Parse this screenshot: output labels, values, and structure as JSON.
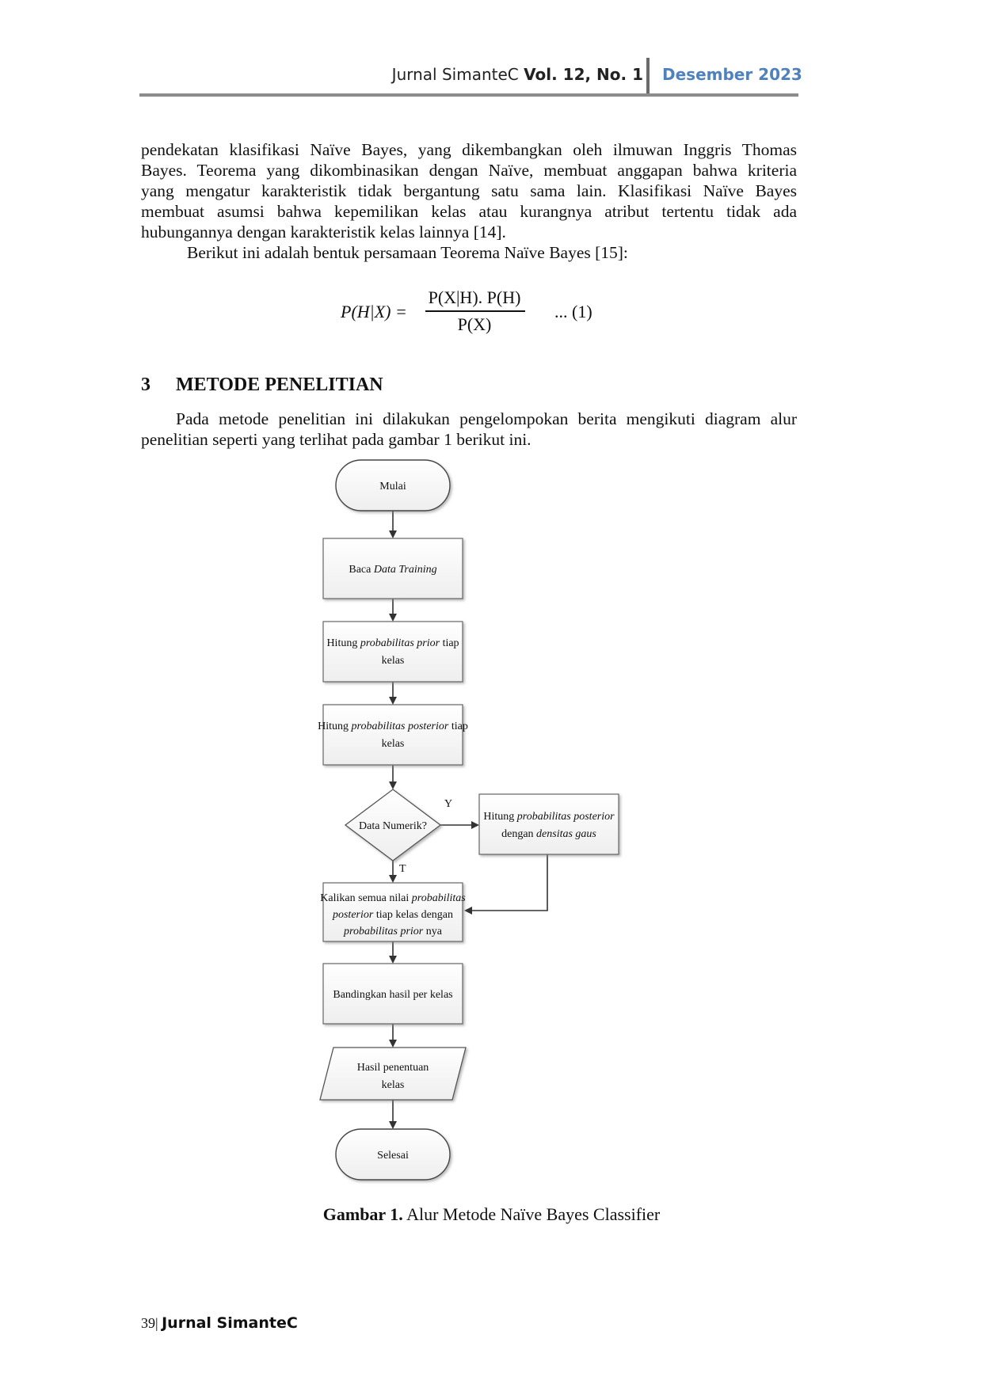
{
  "header": {
    "journal": "Jurnal SimanteC",
    "volume": "Vol. 12, No. 1",
    "date": "Desember 2023",
    "accent_color": "#4f81bd"
  },
  "intro_paragraph": {
    "lines": [
      "pendekatan klasifikasi Naïve Bayes, yang dikembangkan oleh ilmuwan Inggris Thomas",
      "Bayes. Teorema yang dikombinasikan dengan Naïve, membuat anggapan bahwa kriteria",
      "yang mengatur karakteristik tidak bergantung satu sama lain. Klasifikasi Naïve Bayes",
      "membuat asumsi bahwa kepemilikan kelas atau kurangnya atribut tertentu tidak ada",
      "hubungannya dengan karakteristik kelas lainnya [14]."
    ],
    "formula_intro": "Berikut ini adalah bentuk persamaan Teorema Naïve Bayes [15]:"
  },
  "equation": {
    "lhs": "P(H|X) =",
    "numerator": "P(X|H). P(H)",
    "denominator": "P(X)",
    "tag": "... (1)"
  },
  "section": {
    "number": "3",
    "title": "METODE PENELITIAN",
    "lines": [
      "Pada metode penelitian ini dilakukan pengelompokan berita mengikuti diagram alur",
      "penelitian seperti yang terlihat pada gambar 1 berikut ini."
    ]
  },
  "flowchart": {
    "start": "Mulai",
    "step1": [
      "Baca ",
      "Data Training"
    ],
    "step2": [
      "Hitung ",
      "probabilitas prior",
      " tiap",
      "kelas"
    ],
    "step3": [
      "Hitung ",
      "probabilitas posterior",
      " tiap",
      "kelas"
    ],
    "decision": "Data Numerik?",
    "yes_label": "Y",
    "no_label": "T",
    "side_step": [
      "Hitung ",
      "probabilitas posterior",
      "dengan ",
      "densitas gaus"
    ],
    "step4": [
      "Kalikan semua nilai ",
      "probabilitas",
      "posterior",
      " tiap kelas dengan",
      "probabilitas prior",
      " nya"
    ],
    "step5": "Bandingkan hasil per kelas",
    "output": [
      "Hasil penentuan",
      "kelas"
    ],
    "end": "Selesai"
  },
  "caption": {
    "label": "Gambar 1.",
    "text": "Alur Metode Naïve Bayes Classifier"
  },
  "footer": {
    "page": "39",
    "separator": "|",
    "journal": "Jurnal SimanteC"
  }
}
